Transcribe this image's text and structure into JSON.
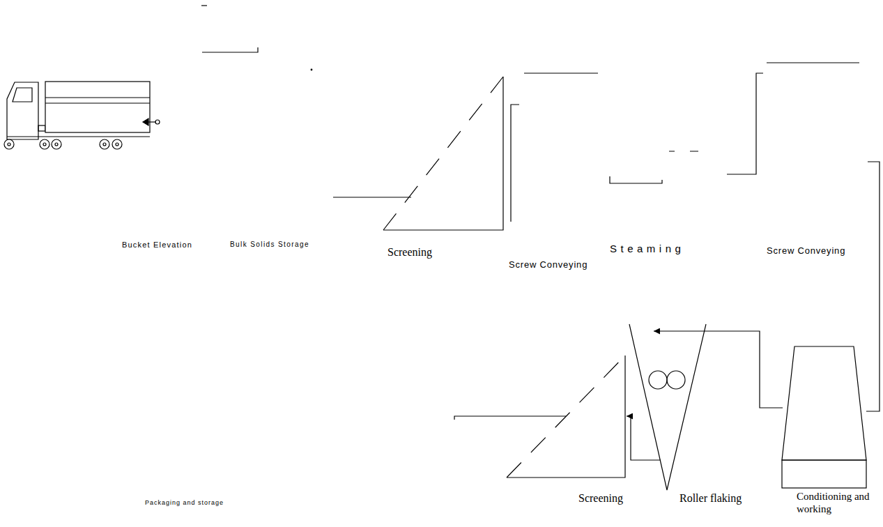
{
  "diagram": {
    "nodes": [
      {
        "text": [
          "Bucket Elevation"
        ]
      },
      {
        "text": [
          "Bulk Solids Storage"
        ]
      },
      {
        "text": [
          "Screening"
        ]
      },
      {
        "text": [
          "Screw Conveying"
        ]
      },
      {
        "text": [
          "Steaming"
        ]
      },
      {
        "text": [
          "Screw Conveying"
        ]
      },
      {
        "text": [
          "Conditioning and working"
        ]
      },
      {
        "text": [
          "Roller flaking"
        ]
      },
      {
        "text": [
          "Screening"
        ]
      },
      {
        "text": [
          "Packaging and storage"
        ]
      }
    ],
    "edges": [
      {
        "from": 1,
        "to": 2,
        "arrow": "none"
      },
      {
        "from": 4,
        "to": 5,
        "arrow": "none"
      },
      {
        "from": 5,
        "to": 6,
        "arrow": "none"
      },
      {
        "from": 6,
        "to": 7,
        "arrow": "to"
      },
      {
        "from": 7,
        "to": 8,
        "arrow": "to"
      }
    ]
  }
}
